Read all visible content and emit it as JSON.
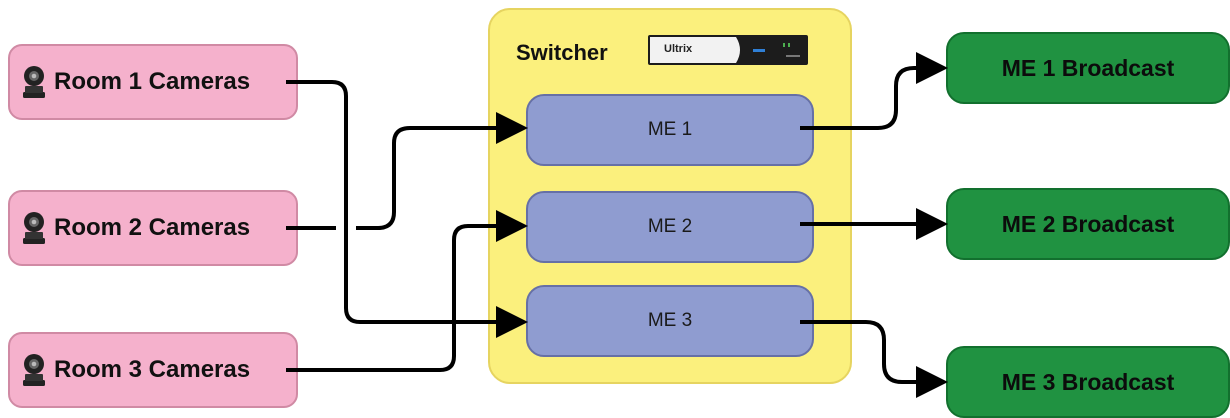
{
  "sources": [
    {
      "label": "Room 1 Cameras",
      "icon": "ptz-camera-icon"
    },
    {
      "label": "Room 2 Cameras",
      "icon": "ptz-camera-icon"
    },
    {
      "label": "Room 3 Cameras",
      "icon": "ptz-camera-icon"
    }
  ],
  "switcher": {
    "title": "Switcher",
    "device_brand": "Ultrix",
    "mix_effects": [
      {
        "label": "ME 1"
      },
      {
        "label": "ME 2"
      },
      {
        "label": "ME 3"
      }
    ]
  },
  "outputs": [
    {
      "label": "ME 1 Broadcast"
    },
    {
      "label": "ME 2 Broadcast"
    },
    {
      "label": "ME 3 Broadcast"
    }
  ],
  "connections": [
    {
      "from": "Room 1 Cameras",
      "to": "ME 3"
    },
    {
      "from": "Room 2 Cameras",
      "to": "ME 1"
    },
    {
      "from": "Room 3 Cameras",
      "to": "ME 2"
    },
    {
      "from": "ME 1",
      "to": "ME 1 Broadcast"
    },
    {
      "from": "ME 2",
      "to": "ME 2 Broadcast"
    },
    {
      "from": "ME 3",
      "to": "ME 3 Broadcast"
    }
  ],
  "colors": {
    "source_fill": "#f5b1cc",
    "switcher_fill": "#fbf07d",
    "me_fill": "#8f9cd0",
    "output_fill": "#209241",
    "wire": "#000000"
  }
}
